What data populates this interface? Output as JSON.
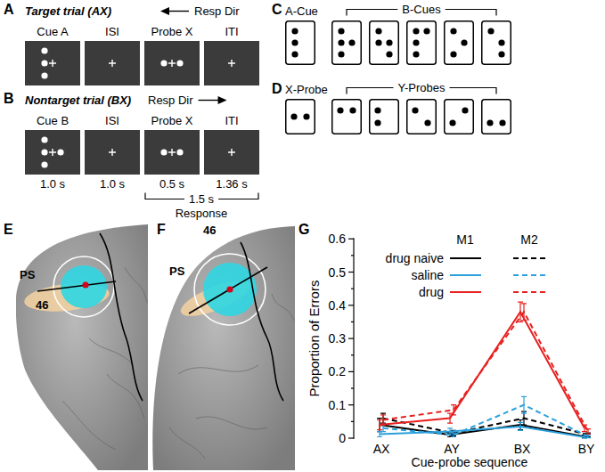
{
  "diagram": {
    "nodes": [
      {
        "text": [
          "Cue A"
        ]
      },
      {
        "text": [
          "ISI"
        ]
      },
      {
        "text": [
          "Probe X"
        ]
      },
      {
        "text": [
          "ITI"
        ]
      },
      {
        "text": [
          "Cue B"
        ]
      },
      {
        "text": [
          "ISI"
        ]
      },
      {
        "text": [
          "Probe X"
        ]
      },
      {
        "text": [
          "ITI"
        ]
      },
      {
        "text": [
          "A-Cue"
        ]
      },
      {
        "text": [
          "X-Probe"
        ]
      }
    ],
    "labels": [
      "A",
      "Target trial (AX)",
      "Resp Dir",
      "B",
      "Nontarget trial (BX)",
      "Resp Dir",
      "1.0 s",
      "1.0 s",
      "0.5 s",
      "1.36 s",
      "1.5 s",
      "Response",
      "C",
      "B-Cues",
      "D",
      "Y-Probes",
      "E",
      "PS",
      "46",
      "F",
      "PS",
      "46",
      "G",
      "M1",
      "M2",
      "0",
      "0.1",
      "0.2",
      "0.3",
      "0.4",
      "0.5",
      "0.6",
      "AX",
      "AY",
      "BX",
      "BY",
      "Proportion of Errors",
      "Cue-probe sequence"
    ],
    "legend": [
      {
        "text": "drug naive"
      },
      {
        "text": "saline"
      },
      {
        "text": "drug"
      }
    ]
  }
}
